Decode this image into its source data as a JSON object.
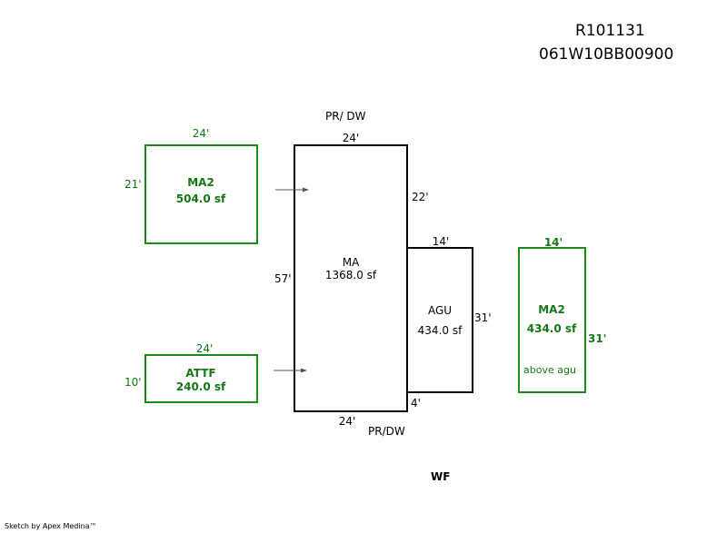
{
  "header": {
    "parcel_id": "R101131",
    "account_number": "061W10BB00900"
  },
  "colors": {
    "main_lines": "#000000",
    "addition_lines": "#1a8a1a",
    "addition_text": "#147814"
  },
  "areas": {
    "ma": {
      "name": "MA",
      "area": "1368.0 sf",
      "top": "24'",
      "right": "22'",
      "left": "57'",
      "bottom": "24'"
    },
    "agu": {
      "name": "AGU",
      "area": "434.0 sf",
      "top": "14'",
      "right": "31'",
      "bottom": "4'"
    },
    "ma2_left": {
      "name": "MA2",
      "area": "504.0 sf",
      "top": "24'",
      "left": "21'"
    },
    "attf": {
      "name": "ATTF",
      "area": "240.0 sf",
      "top": "24'",
      "left": "10'"
    },
    "ma2_right": {
      "name": "MA2",
      "area": "434.0 sf",
      "note": "above agu",
      "top": "14'",
      "right": "31'"
    }
  },
  "annotations": {
    "pr_dw_top": "PR/ DW",
    "pr_dw_bottom": "PR/DW",
    "wf": "WF"
  },
  "footer": {
    "credit": "Sketch by Apex Medina™"
  }
}
